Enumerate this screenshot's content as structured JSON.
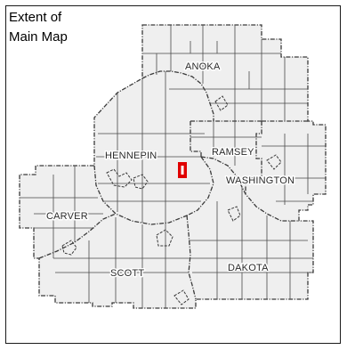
{
  "title": {
    "line1": "Extent of",
    "line2": "Main Map"
  },
  "counties": {
    "anoka": "ANOKA",
    "hennepin": "HENNEPIN",
    "ramsey": "RAMSEY",
    "washington": "WASHINGTON",
    "carver": "CARVER",
    "scott": "SCOTT",
    "dakota": "DAKOTA"
  },
  "colors": {
    "land": "#efefef",
    "boundary": "#3a3a3a",
    "label_halo": "#ffffff",
    "label_text": "#2a2a2a",
    "extent_marker": "#e00000"
  }
}
